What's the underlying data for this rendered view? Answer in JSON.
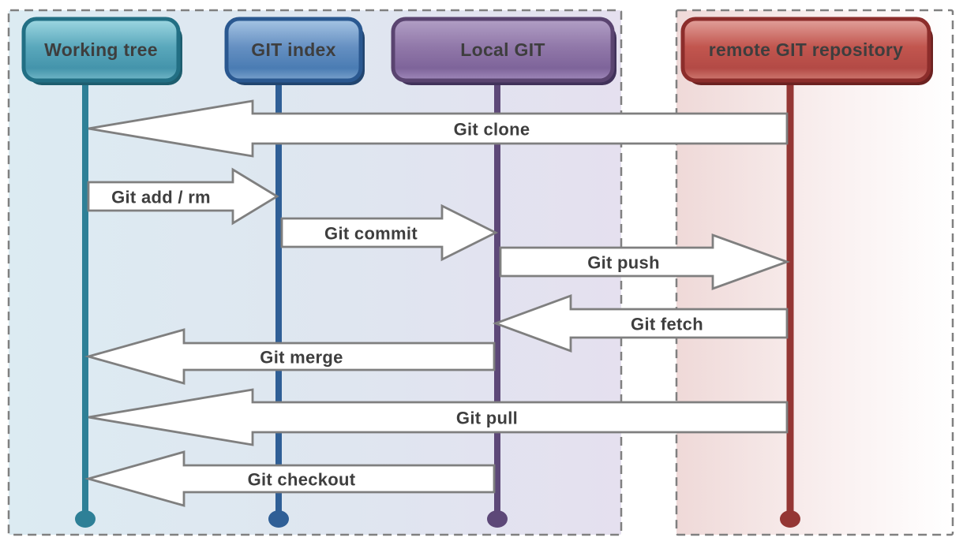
{
  "diagram": {
    "kind": "git-data-flow-sequence-diagram",
    "background": "#ffffff"
  },
  "actors": [
    {
      "id": "working-tree",
      "label": "Working tree",
      "color": "#2e8097",
      "panel": "local"
    },
    {
      "id": "git-index",
      "label": "GIT index",
      "color": "#2f5f96",
      "panel": "local"
    },
    {
      "id": "local-git",
      "label": "Local GIT",
      "color": "#5d4878",
      "panel": "local"
    },
    {
      "id": "remote-git-repository",
      "label": "remote GIT repository",
      "color": "#943634",
      "panel": "remote"
    }
  ],
  "arrows": [
    {
      "label": "Git clone",
      "from": "remote-git-repository",
      "to": "working-tree",
      "direction": "left"
    },
    {
      "label": "Git add / rm",
      "from": "working-tree",
      "to": "git-index",
      "direction": "right"
    },
    {
      "label": "Git commit",
      "from": "git-index",
      "to": "local-git",
      "direction": "right"
    },
    {
      "label": "Git push",
      "from": "local-git",
      "to": "remote-git-repository",
      "direction": "right"
    },
    {
      "label": "Git fetch",
      "from": "remote-git-repository",
      "to": "local-git",
      "direction": "left"
    },
    {
      "label": "Git merge",
      "from": "local-git",
      "to": "working-tree",
      "direction": "left"
    },
    {
      "label": "Git pull",
      "from": "remote-git-repository",
      "to": "working-tree",
      "direction": "left"
    },
    {
      "label": "Git checkout",
      "from": "local-git",
      "to": "working-tree",
      "direction": "left"
    }
  ],
  "colors": {
    "arrow_fill": "#ffffff",
    "arrow_outline": "#7f7f7f",
    "label_text": "#3e3e3e",
    "panel_border": "#808080",
    "local_panel_gradient_start": "#dcebf2",
    "local_panel_gradient_end": "#e5e0ef",
    "remote_panel_gradient_start": "#efd9d8",
    "remote_panel_gradient_end": "#ffffff",
    "working_tree_border": "#226f84",
    "git_index_border": "#2a5890",
    "local_git_border": "#5a4470",
    "remote_repo_border": "#8c2d2b"
  }
}
